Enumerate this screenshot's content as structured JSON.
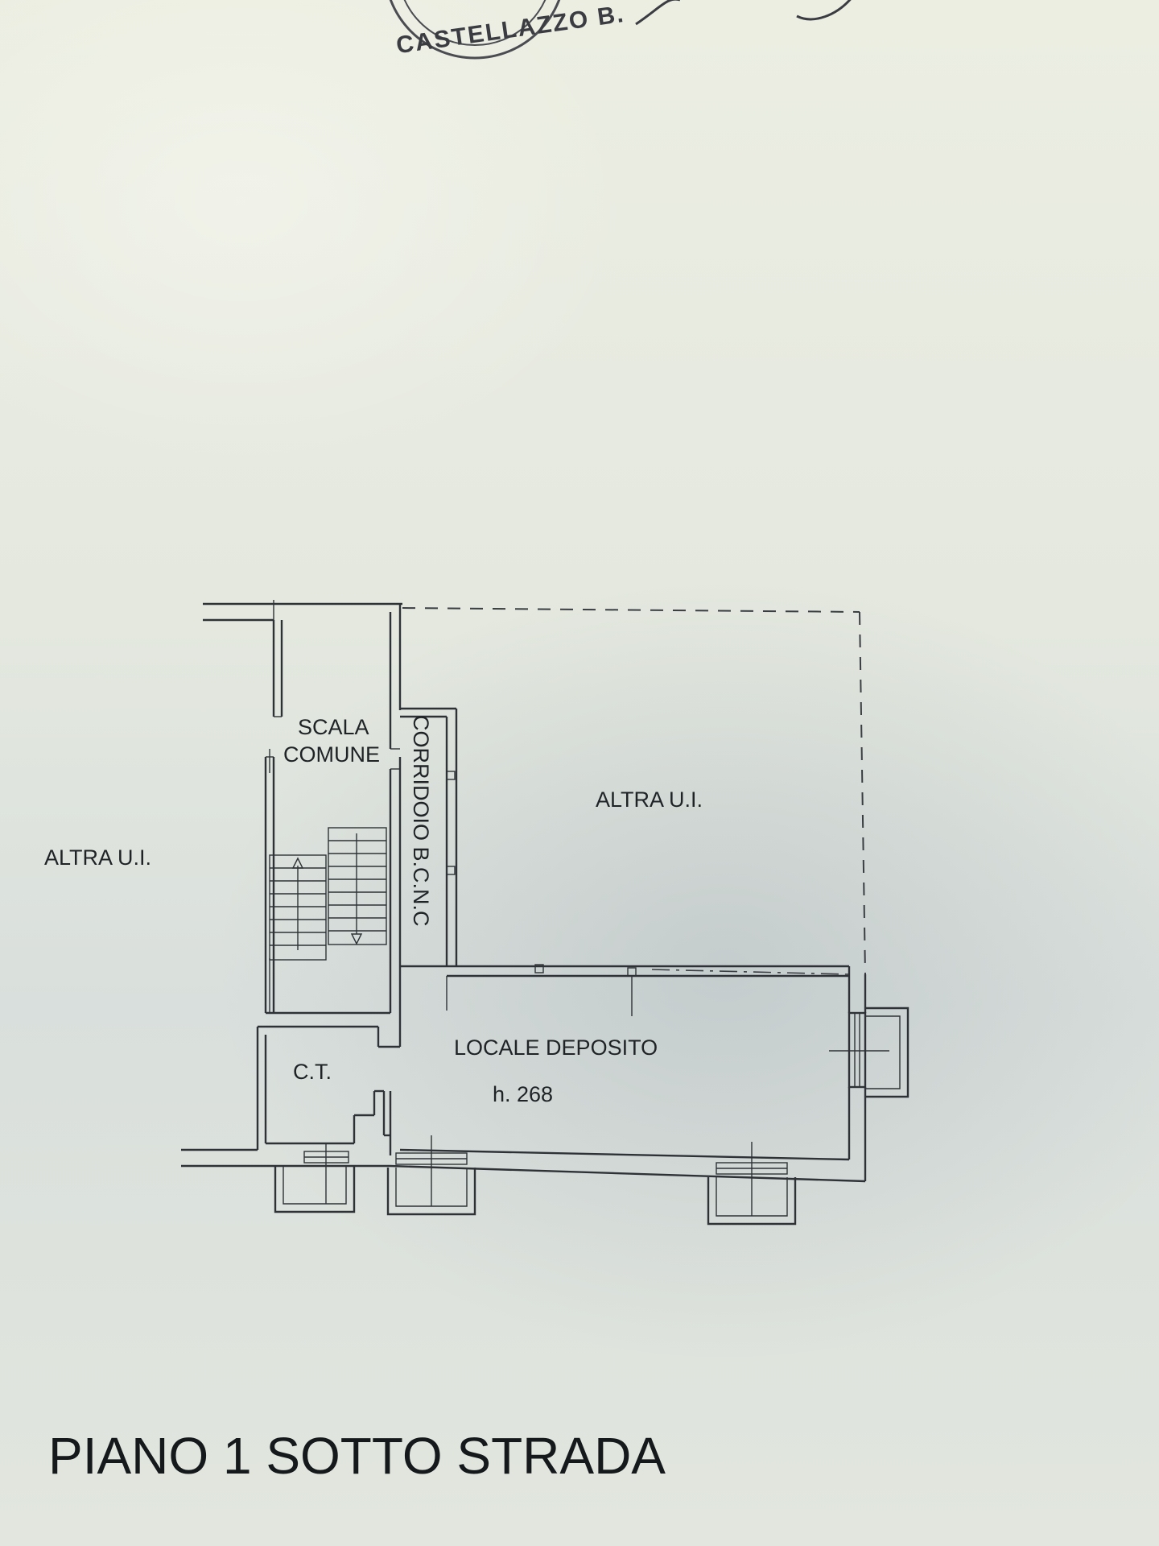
{
  "stamp": {
    "text": "CASTELLAZZO B."
  },
  "labels": {
    "scala_line1": "SCALA",
    "scala_line2": "COMUNE",
    "corridoio": "CORRIDOIO B.C.N.C",
    "altra_right": "ALTRA U.I.",
    "altra_left": "ALTRA U.I.",
    "locale_deposito": "LOCALE DEPOSITO",
    "height": "h. 268",
    "ct": "C.T."
  },
  "title": "PIANO 1 SOTTO STRADA",
  "colors": {
    "ink": "#2e3236",
    "paper": "#e6e9df"
  }
}
